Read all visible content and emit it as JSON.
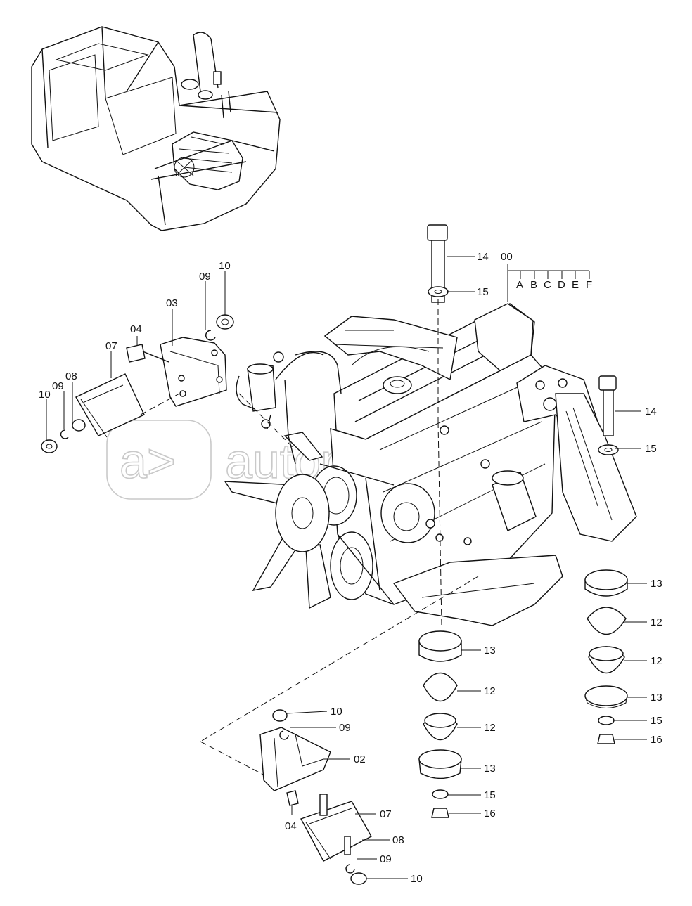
{
  "watermark": {
    "symbol": "a>",
    "text": "autopiter.ru"
  },
  "assembly": {
    "number": "00",
    "variants": [
      "A",
      "B",
      "C",
      "D",
      "E",
      "F"
    ]
  },
  "callouts": {
    "c14_top": "14",
    "c15_top": "15",
    "c03": "03",
    "c09_upper": "09",
    "c10_upper": "10",
    "c04_upper": "04",
    "c07_upper": "07",
    "c10_left": "10",
    "c09_left": "09",
    "c08_left": "08",
    "c14_right": "14",
    "c15_right": "15",
    "c13_r1": "13",
    "c12_r1": "12",
    "c12_r2": "12",
    "c13_r2": "13",
    "c15_r3": "15",
    "c16_r": "16",
    "c13_c1": "13",
    "c12_c1": "12",
    "c12_c2": "12",
    "c13_c2": "13",
    "c15_c3": "15",
    "c16_c": "16",
    "c10_low": "10",
    "c09_low": "09",
    "c02": "02",
    "c04_low": "04",
    "c07_low": "07",
    "c08_low": "08",
    "c09_low2": "09",
    "c10_low2": "10"
  }
}
